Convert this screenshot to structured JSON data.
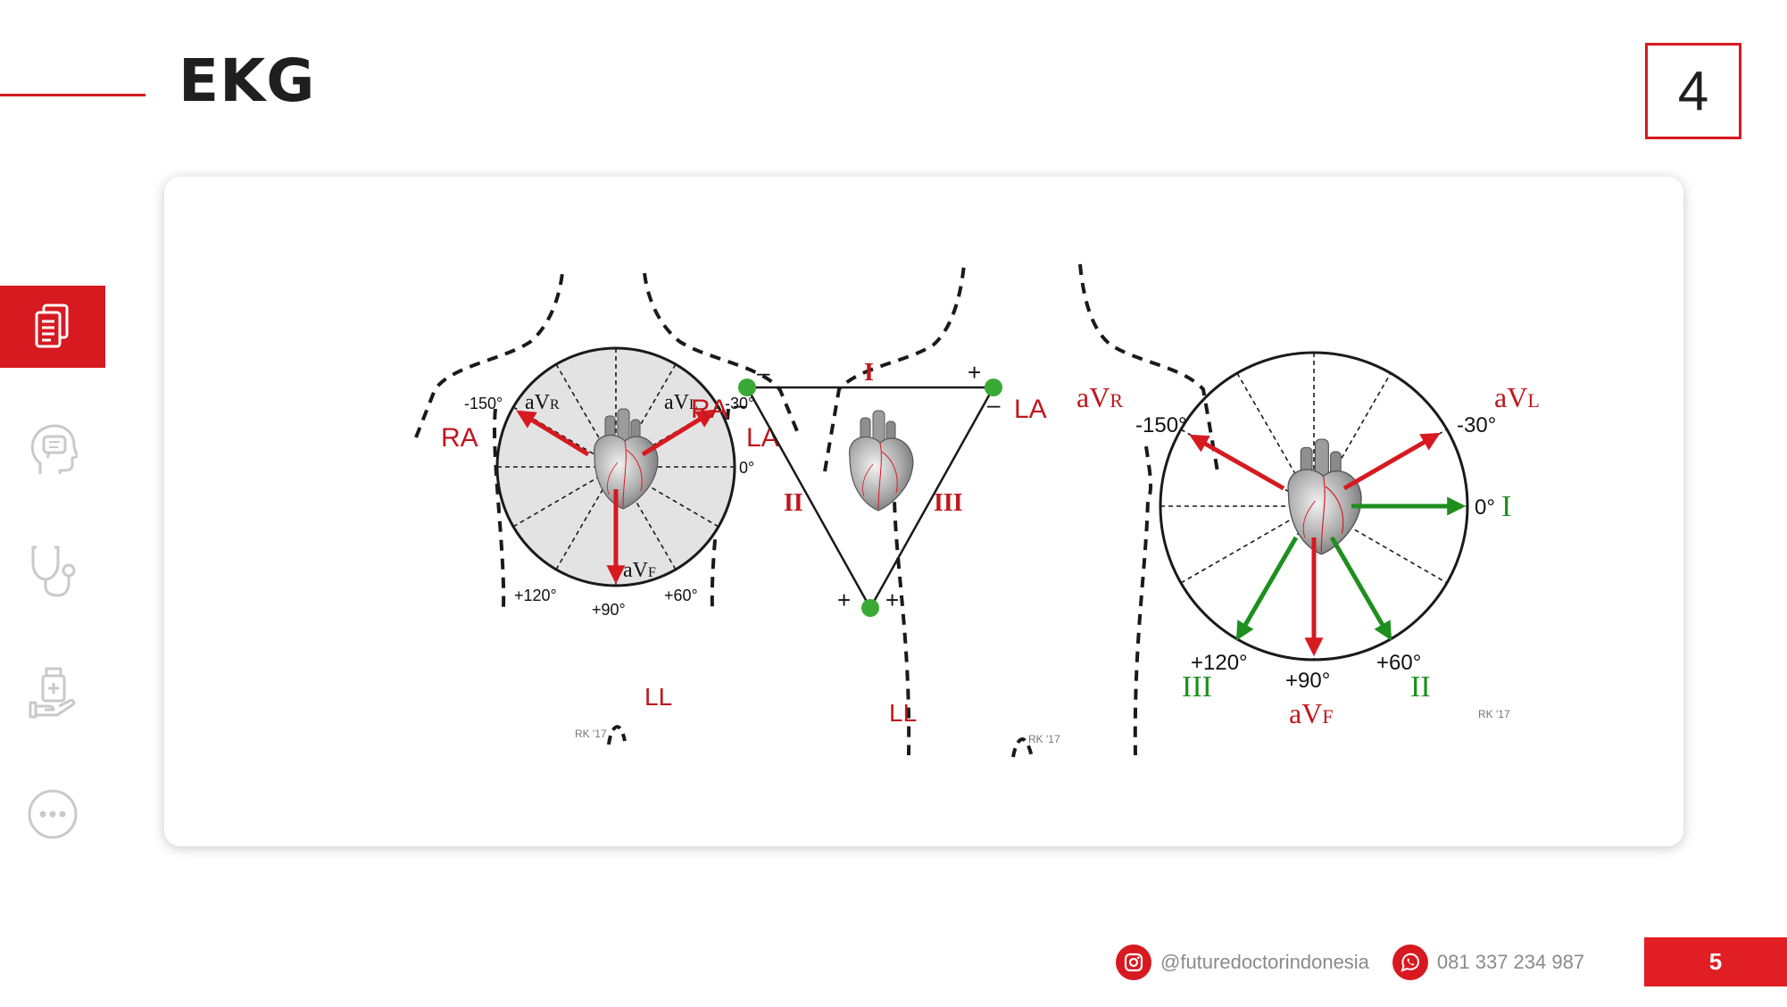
{
  "header": {
    "title": "EKG",
    "chapter_number": "4"
  },
  "sidebar": {
    "items": [
      {
        "icon": "document-icon",
        "active": true
      },
      {
        "icon": "head-brain-icon",
        "active": false
      },
      {
        "icon": "stethoscope-icon",
        "active": false
      },
      {
        "icon": "hand-medicine-icon",
        "active": false
      },
      {
        "icon": "more-dots-icon",
        "active": false
      }
    ]
  },
  "diagram": {
    "left": {
      "ra": "RA",
      "la": "LA",
      "ll": "LL",
      "avr": "aV",
      "avr_sub": "R",
      "avl": "aV",
      "avl_sub": "L",
      "avf": "aV",
      "avf_sub": "F",
      "deg_m150": "-150°",
      "deg_m30": "-30°",
      "deg_0": "0°",
      "deg_120": "+120°",
      "deg_90": "+90°",
      "deg_60": "+60°",
      "signature": "RK '17"
    },
    "middle": {
      "ra": "RA",
      "la": "LA",
      "ll": "LL",
      "lead_i": "I",
      "lead_ii": "II",
      "lead_iii": "III",
      "minus": "–",
      "plus": "+",
      "signature": "RK '17"
    },
    "right": {
      "avr": "aV",
      "avr_sub": "R",
      "avl": "aV",
      "avl_sub": "L",
      "avf": "aV",
      "avf_sub": "F",
      "deg_m150": "-150°",
      "deg_m30": "-30°",
      "deg_0": "0°",
      "deg_120": "+120°",
      "deg_90": "+90°",
      "deg_60": "+60°",
      "lead_i": "I",
      "lead_ii": "II",
      "lead_iii": "III",
      "signature": "RK '17"
    }
  },
  "footer": {
    "instagram": "@futuredoctorindonesia",
    "whatsapp": "081 337 234 987",
    "page_number": "5"
  },
  "colors": {
    "accent": "#d71920",
    "lead_green": "#1e8f1e",
    "dot_green": "#3aa935"
  }
}
